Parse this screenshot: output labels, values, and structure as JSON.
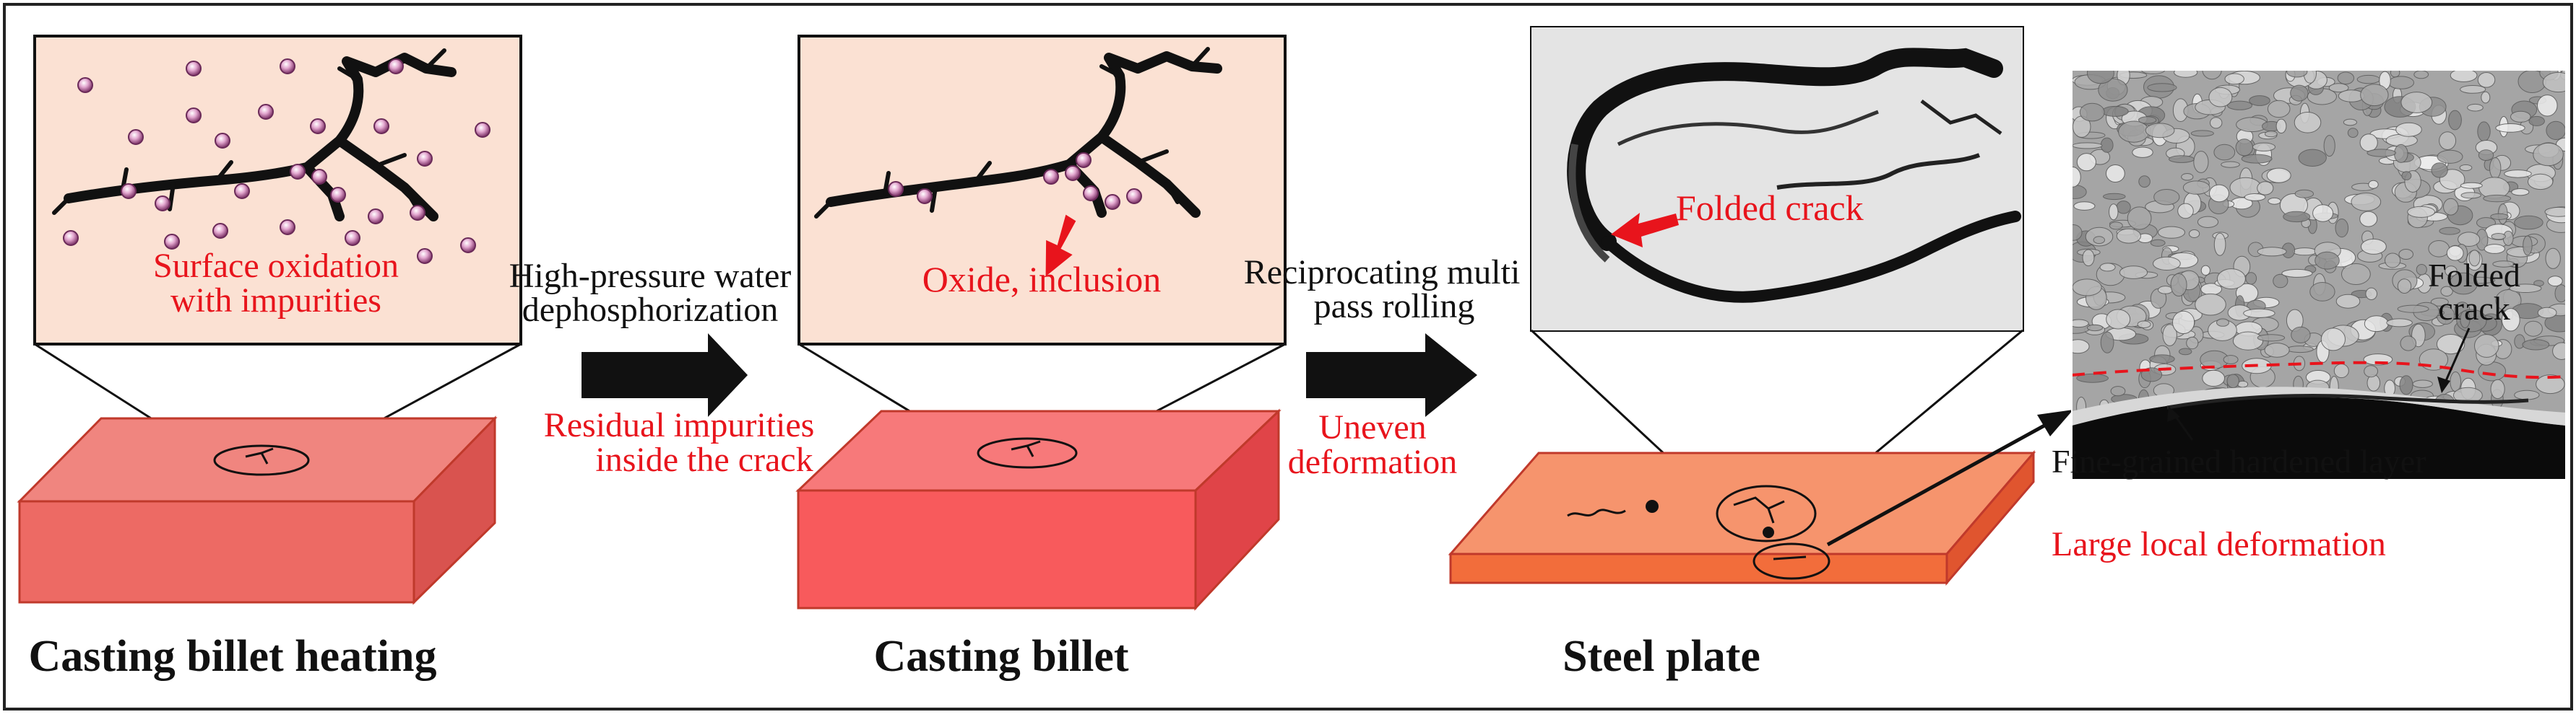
{
  "stages": {
    "heating": {
      "caption": "Casting billet heating",
      "inset_label_line1": "Surface oxidation",
      "inset_label_line2": "with impurities"
    },
    "billet": {
      "caption": "Casting billet",
      "inset_label": "Oxide, inclusion"
    },
    "plate": {
      "caption": "Steel plate",
      "inset_label": "Folded crack"
    }
  },
  "transitions": {
    "dephosphorization": {
      "label_line1": "High-pressure water",
      "label_line2": "dephosphorization",
      "note_line1": "Residual impurities",
      "note_line2": "inside the crack"
    },
    "rolling": {
      "label_line1": "Reciprocating multi",
      "label_line2": "pass rolling",
      "note_line1": "Uneven",
      "note_line2": "deformation"
    }
  },
  "micrograph": {
    "crack_label_line1": "Folded",
    "crack_label_line2": "crack",
    "layer_label": "Fine-grained hardened layer",
    "deformation_note": "Large local deformation"
  },
  "colors": {
    "label_red": "#e8141c",
    "inset_fill": "#fbe1d3",
    "particle": "#b05a8e",
    "crack": "#111111"
  }
}
